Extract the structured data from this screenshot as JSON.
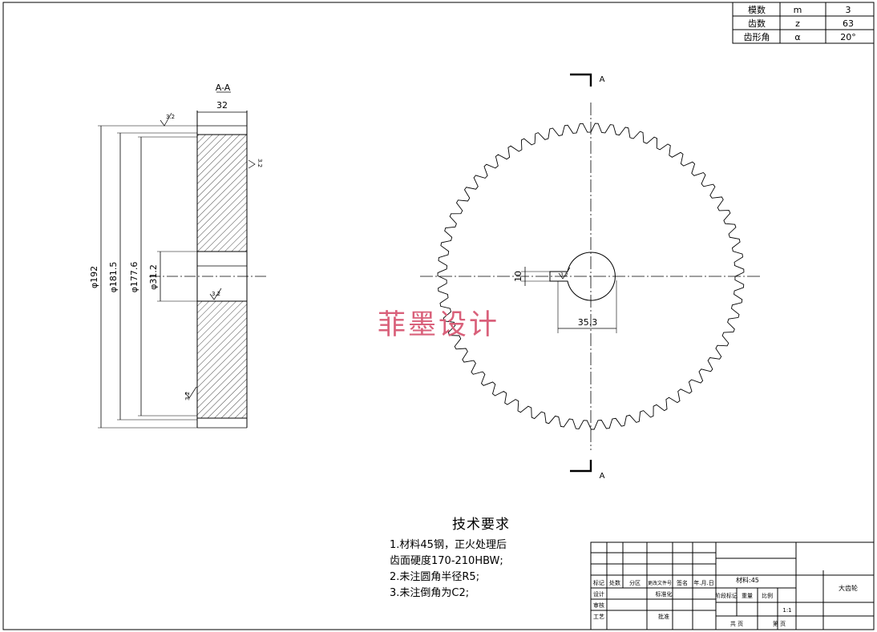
{
  "param_table": {
    "rows": [
      {
        "name": "模数",
        "symbol": "m",
        "value": "3"
      },
      {
        "name": "齿数",
        "symbol": "z",
        "value": "63"
      },
      {
        "name": "齿形角",
        "symbol": "α",
        "value": "20°"
      }
    ]
  },
  "section_view": {
    "label": "A-A",
    "dim_width": "32",
    "dim_outer": "φ192",
    "dim_root": "φ181.5",
    "dim_hub": "φ177.6",
    "dim_bore": "φ31.2",
    "roughness_top": "3.2",
    "roughness_face": "3.2",
    "roughness_bore": "3.2",
    "roughness_bottom": "3.2"
  },
  "front_view": {
    "section_mark_top": "A",
    "section_mark_bottom": "A",
    "dim_keyway_width": "10",
    "dim_keyway_depth": "35.3",
    "roughness_keyway": "3.2",
    "tooth_count": 63
  },
  "watermark": "菲墨设计",
  "tech_requirements": {
    "title": "技术要求",
    "lines": [
      "1.材料45钢，正火处理后",
      "齿面硬度170-210HBW;",
      "2.未注圆角半径R5;",
      "3.未注倒角为C2;"
    ]
  },
  "title_block": {
    "material": "材料:45",
    "drawing_name": "大齿轮",
    "labels_row": [
      "标记",
      "处数",
      "分区",
      "更改文件号",
      "签名",
      "年.月.日"
    ],
    "designer": "设计",
    "standardize": "标准化",
    "stage_mark": "阶段标记",
    "weight": "重量",
    "scale": "比例",
    "scale_value": "1:1",
    "checker": "审核",
    "process": "工艺",
    "approve": "批准",
    "sheets_total": "共 页",
    "sheet_no": "第 页"
  }
}
